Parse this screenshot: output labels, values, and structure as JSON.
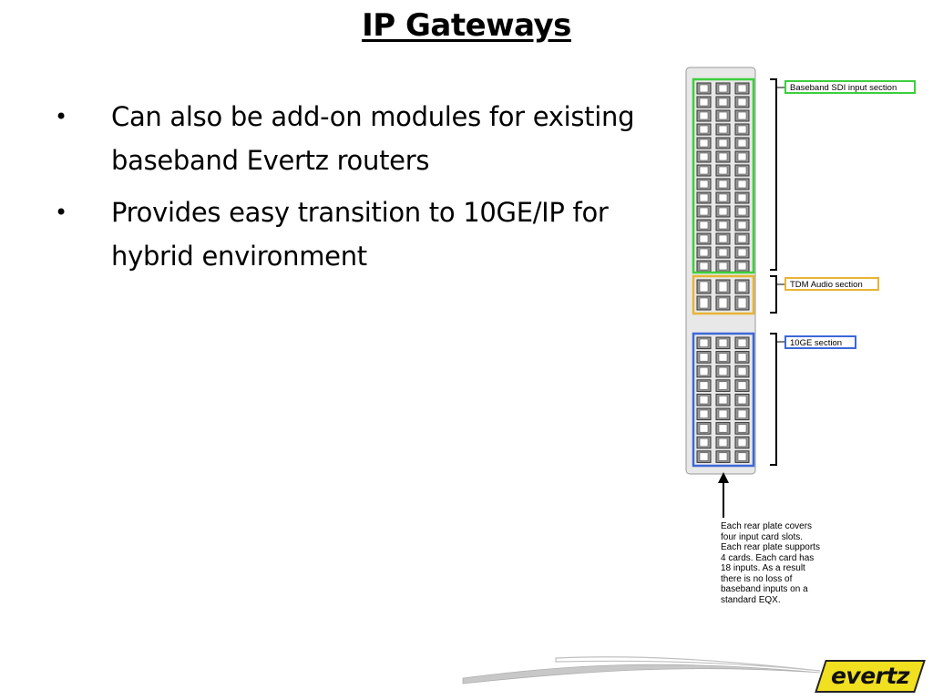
{
  "slide": {
    "title": "IP Gateways",
    "bullets": [
      {
        "text": "Can also be add-on modules for existing baseband Evertz routers"
      },
      {
        "text": "Provides easy transition to 10GE/IP for hybrid environment"
      }
    ]
  },
  "diagram": {
    "sections": {
      "sdi": {
        "label": "Baseband SDI input section",
        "color": "#3ccf3c"
      },
      "tdm": {
        "label": "TDM Audio section",
        "color": "#e8b436"
      },
      "tenge": {
        "label": "10GE section",
        "color": "#3c68d8"
      }
    },
    "note": "Each rear plate covers\nfour input card slots.\nEach rear plate supports\n4 cards. Each card has\n18 inputs. As a result\nthere is no loss of\nbaseband inputs on a\nstandard EQX."
  },
  "logo": {
    "text": "evertz",
    "color": "#f0e020"
  }
}
